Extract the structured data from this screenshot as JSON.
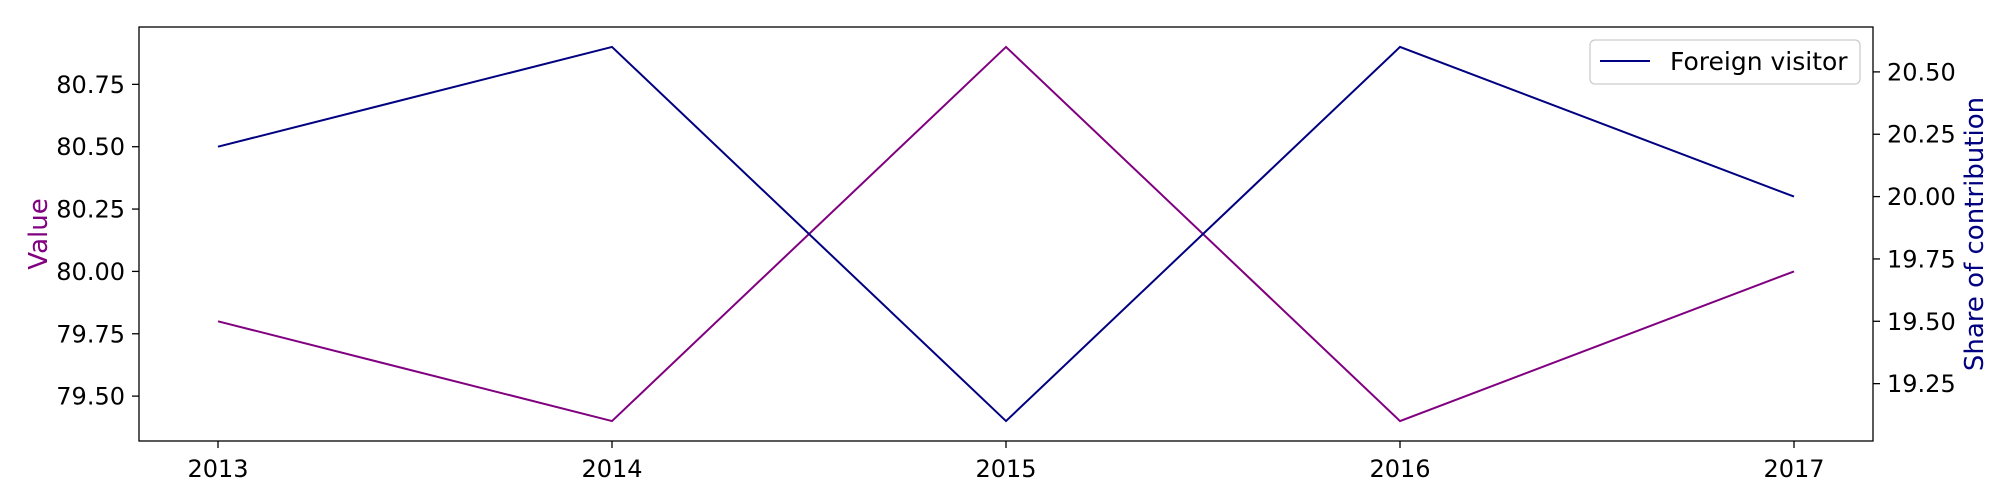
{
  "chart_data": {
    "type": "line",
    "x": [
      "2013",
      "2014",
      "2015",
      "2016",
      "2017"
    ],
    "x_ticks": [
      "2013",
      "2014",
      "2015",
      "2016",
      "2017"
    ],
    "ylabel_left": "Value",
    "ylabel_right": "Share of contribution",
    "ylim_left": [
      79.32,
      80.98
    ],
    "ylim_right": [
      19.02,
      20.68
    ],
    "yticks_left": [
      "79.50",
      "79.75",
      "80.00",
      "80.25",
      "80.50",
      "80.75"
    ],
    "yticks_right": [
      "19.25",
      "19.50",
      "19.75",
      "20.00",
      "20.25",
      "20.50"
    ],
    "grid": false,
    "legend_position": "top-right",
    "series": [
      {
        "name": "",
        "axis": "left",
        "color": "#800080",
        "values": [
          79.8,
          79.4,
          80.9,
          79.4,
          80.0
        ]
      },
      {
        "name": "Foreign visitor",
        "axis": "right",
        "color": "#000080",
        "values": [
          20.2,
          20.6,
          19.1,
          20.6,
          20.0
        ]
      }
    ]
  }
}
